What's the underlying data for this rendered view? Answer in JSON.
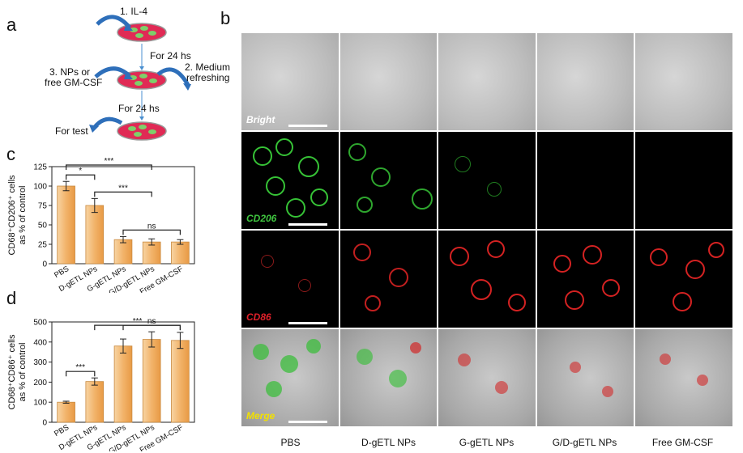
{
  "panel_letters": {
    "a": "a",
    "b": "b",
    "c": "c",
    "d": "d"
  },
  "scheme": {
    "step1": "1. IL-4",
    "for24_a": "For 24 hs",
    "step2_line1": "2. Medium",
    "step2_line2": "refreshing",
    "step3_line1": "3. NPs or",
    "step3_line2": "free GM-CSF",
    "for24_b": "For 24 hs",
    "for_test": "For test",
    "colors": {
      "dish": "#e02a55",
      "cell": "#7ecf6a",
      "arrow": "#2e6fba"
    }
  },
  "image_grid": {
    "row_labels": [
      "Bright",
      "CD206",
      "CD86",
      "Merge"
    ],
    "row_label_colors": [
      "#ffffff",
      "#3fc43f",
      "#e0202a",
      "#f2e000"
    ],
    "column_labels": [
      "PBS",
      "D-gETL NPs",
      "G-gETL NPs",
      "G/D-gETL NPs",
      "Free GM-CSF"
    ]
  },
  "chart_data": [
    {
      "type": "bar",
      "panel": "c",
      "categories": [
        "PBS",
        "D-gETL NPs",
        "G-gETL NPs",
        "G/D-gETL NPs",
        "Free GM-CSF"
      ],
      "values": [
        100,
        75,
        31,
        28,
        28
      ],
      "errors": [
        6,
        9,
        4,
        4,
        3
      ],
      "ylim": [
        0,
        125
      ],
      "yticks": [
        0,
        25,
        50,
        75,
        100,
        125
      ],
      "ylabel_line1": "CD68⁺CD206⁺ cells",
      "ylabel_line2": "as % of control",
      "significance": [
        {
          "from": 0,
          "to": 1,
          "label": "*"
        },
        {
          "from": 0,
          "to": 3,
          "label": "***"
        },
        {
          "from": 1,
          "to": 3,
          "label": "***"
        },
        {
          "from": 2,
          "to": 4,
          "label": "ns"
        }
      ],
      "bar_color": "#f2b36a"
    },
    {
      "type": "bar",
      "panel": "d",
      "categories": [
        "PBS",
        "D-gETL NPs",
        "G-gETL NPs",
        "G/D-gETL NPs",
        "Free GM-CSF"
      ],
      "values": [
        100,
        203,
        380,
        413,
        408
      ],
      "errors": [
        5,
        18,
        35,
        38,
        40
      ],
      "ylim": [
        0,
        500
      ],
      "yticks": [
        0,
        100,
        200,
        300,
        400,
        500
      ],
      "ylabel_line1": "CD68⁺CD86⁺ cells",
      "ylabel_line2": "as % of control",
      "significance": [
        {
          "from": 0,
          "to": 1,
          "label": "***"
        },
        {
          "from": 1,
          "to": 4,
          "label": "***"
        },
        {
          "from": 2,
          "to": 4,
          "label": "ns"
        }
      ],
      "bar_color": "#f2b36a"
    }
  ]
}
